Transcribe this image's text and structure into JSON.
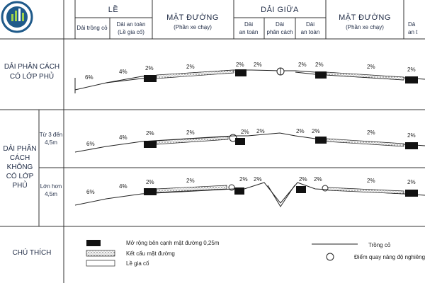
{
  "logo": {
    "brand_color": "#1f5a8a"
  },
  "header": {
    "le": "LỀ",
    "mat_duong_1": "MẶT ĐƯỜNG",
    "mat_duong_1_sub": "(Phần xe chạy)",
    "dai_giua": "DẢI GIỮA",
    "mat_duong_2": "MẶT ĐƯỜNG",
    "mat_duong_2_sub": "(Phần xe chạy)",
    "dai_trong_co": "Dải trồng cỏ",
    "dai_an_toan_le_1": "Dải an toàn",
    "dai_an_toan_le_2": "(Lề gia cố)",
    "dai_an_toan_l1": "Dải",
    "dai_an_toan_l2": "an toàn",
    "dai_phan_cach_l1": "Dải",
    "dai_phan_cach_l2": "phân cách",
    "dai_an_toan_r1": "Dải",
    "dai_an_toan_r2": "an toàn",
    "cut_r1": "Dả",
    "cut_r2": "an t"
  },
  "rows": {
    "r1_l1": "DẢI PHÂN CÁCH",
    "r1_l2": "CÓ LỚP PHỦ",
    "r2_l1": "DẢI PHÂN",
    "r2_l2": "CÁCH",
    "r2_l3": "KHÔNG",
    "r2_l4": "CÓ LỚP",
    "r2_l5": "PHỦ",
    "sub_a_l1": "Từ 3 đến",
    "sub_a_l2": "4,5m",
    "sub_b_l1": "Lớn hơn",
    "sub_b_l2": "4,5m",
    "legend_title": "CHÚ THÍCH"
  },
  "slopes": {
    "s6": "6%",
    "s4": "4%",
    "s2": "2%"
  },
  "legend": {
    "item1": "Mở rộng bên cạnh mặt đường 0,25m",
    "item2": "Kết cấu mặt đường",
    "item3": "Lề gia cố",
    "item4": "Trồng cỏ",
    "item5": "Điểm quay nâng độ nghiêng"
  }
}
